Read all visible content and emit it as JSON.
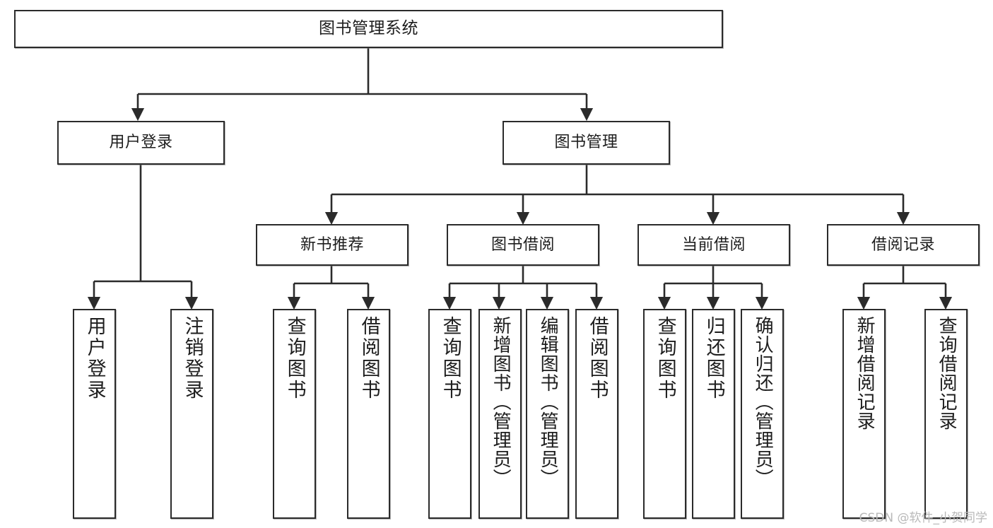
{
  "diagram": {
    "title": "图书管理系统",
    "type": "tree",
    "watermark": "CSDN @软件_小贺同学",
    "colors": {
      "border": "#2b2b2b",
      "fill": "#ffffff",
      "text": "#1d1d1d",
      "connector": "#2b2b2b",
      "watermark": "#b9b9b9"
    },
    "nodes": {
      "root": {
        "label": "图书管理系统"
      },
      "level2": [
        {
          "label": "用户登录"
        },
        {
          "label": "图书管理"
        }
      ],
      "level3": [
        {
          "label": "新书推荐"
        },
        {
          "label": "图书借阅"
        },
        {
          "label": "当前借阅"
        },
        {
          "label": "借阅记录"
        }
      ],
      "leaves": {
        "user_login": [
          {
            "label": "用户登录"
          },
          {
            "label": "注销登录"
          }
        ],
        "new_book": [
          {
            "label": "查询图书"
          },
          {
            "label": "借阅图书"
          }
        ],
        "book_borrow": [
          {
            "label": "查询图书"
          },
          {
            "label": "新增图书（管理员）"
          },
          {
            "label": "编辑图书（管理员）"
          },
          {
            "label": "借阅图书"
          }
        ],
        "current_borrow": [
          {
            "label": "查询图书"
          },
          {
            "label": "归还图书"
          },
          {
            "label": "确认归还（管理员）"
          }
        ],
        "borrow_record": [
          {
            "label": "新增借阅记录"
          },
          {
            "label": "查询借阅记录"
          }
        ]
      }
    }
  }
}
